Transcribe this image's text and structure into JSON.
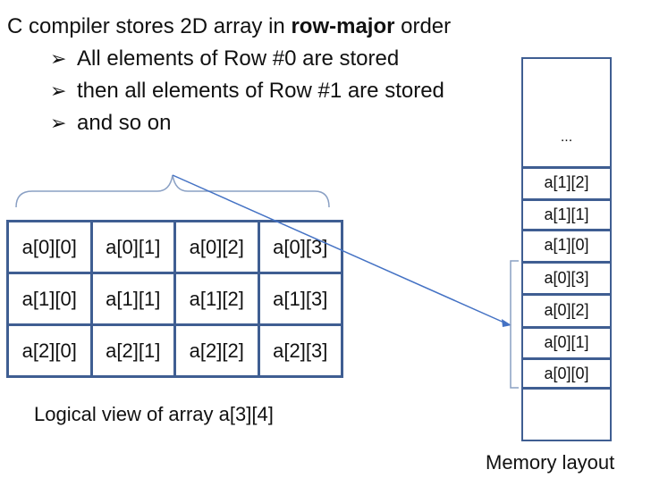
{
  "title": {
    "prefix": "C compiler stores 2D array in ",
    "emphasis": "row-major",
    "suffix": " order"
  },
  "bullets": [
    "All elements of Row #0 are stored",
    "then all elements of Row #1 are stored",
    "and so on"
  ],
  "bullet_glyph": "➢",
  "logical_grid": [
    [
      "a[0][0]",
      "a[0][1]",
      "a[0][2]",
      "a[0][3]"
    ],
    [
      "a[1][0]",
      "a[1][1]",
      "a[1][2]",
      "a[1][3]"
    ],
    [
      "a[2][0]",
      "a[2][1]",
      "a[2][2]",
      "a[2][3]"
    ]
  ],
  "logical_caption": "Logical view of array a[3][4]",
  "memory": {
    "ellipsis": "...",
    "cells_top_to_bottom": [
      "a[1][2]",
      "a[1][1]",
      "a[1][0]",
      "a[0][3]",
      "a[0][2]",
      "a[0][1]",
      "a[0][0]"
    ],
    "caption": "Memory layout"
  },
  "colors": {
    "border": "#3f5e92",
    "arrow": "#4472c4",
    "brace": "#8aa0c4",
    "text": "#111111"
  }
}
